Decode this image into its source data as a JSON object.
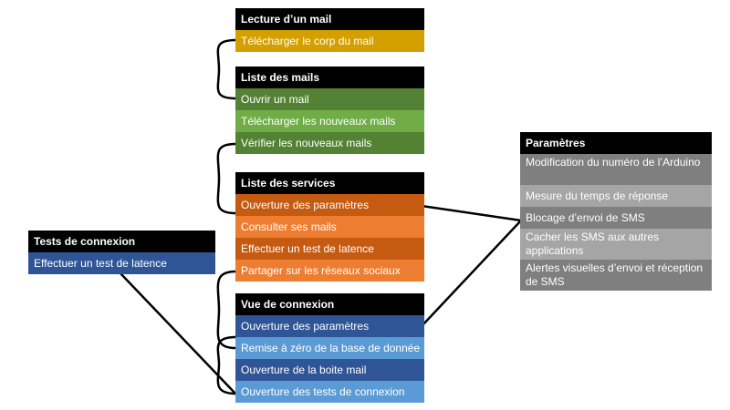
{
  "colors": {
    "gold": "#d4a000",
    "green_dark": "#548235",
    "green_light": "#70ad47",
    "orange_dark": "#c55a11",
    "orange_light": "#ed7d31",
    "blue_dark": "#2f5597",
    "blue_mid": "#4472c4",
    "blue_light": "#5b9bd5",
    "gray_dark": "#7f7f7f",
    "gray_light": "#a5a5a5"
  },
  "lecture": {
    "title": "Lecture d’un mail",
    "items": [
      "Télécharger le corp du mail"
    ]
  },
  "liste_mails": {
    "title": "Liste des mails",
    "items": [
      "Ouvrir un mail",
      "Télécharger les nouveaux mails",
      "Vérifier les nouveaux mails"
    ]
  },
  "liste_services": {
    "title": "Liste des services",
    "items": [
      "Ouverture des paramètres",
      "Consulter ses mails",
      "Effectuer un test de latence",
      "Partager sur les réseaux sociaux"
    ]
  },
  "vue_connexion": {
    "title": "Vue de connexion",
    "items": [
      "Ouverture des paramètres",
      "Remise à zéro de la base de donnée",
      "Ouverture de la boite mail",
      "Ouverture des tests de connexion"
    ]
  },
  "tests_connexion": {
    "title": "Tests de connexion",
    "items": [
      "Effectuer un test de latence"
    ]
  },
  "parametres": {
    "title": "Paramètres",
    "items": [
      "Modification du numéro de l’Arduino",
      "Mesure du temps de réponse",
      "Blocage d’envoi de SMS",
      "Cacher les SMS aux autres applications",
      "Alertes visuelles d’envoi et réception de SMS"
    ]
  }
}
